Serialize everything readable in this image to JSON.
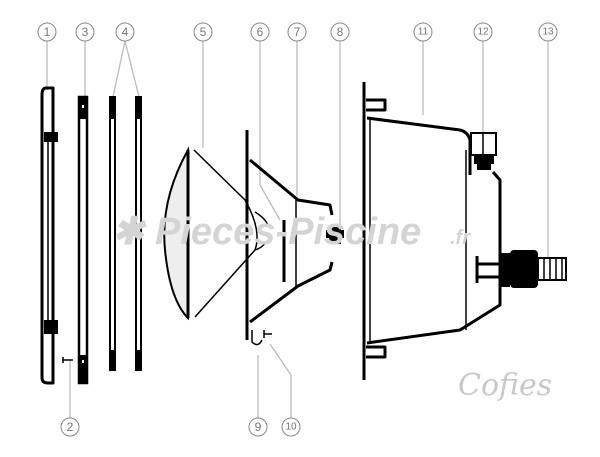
{
  "diagram": {
    "callouts": {
      "c1": "1",
      "c2": "2",
      "c3": "3",
      "c4": "4",
      "c5": "5",
      "c6": "6",
      "c7": "7",
      "c8": "8",
      "c9": "9",
      "c10": "10",
      "c11": "11",
      "c12": "12",
      "c13": "13"
    },
    "watermark": {
      "main": "Pieces-Piscine",
      "suffix": ".fr"
    },
    "brand_logo": "Cofies"
  }
}
